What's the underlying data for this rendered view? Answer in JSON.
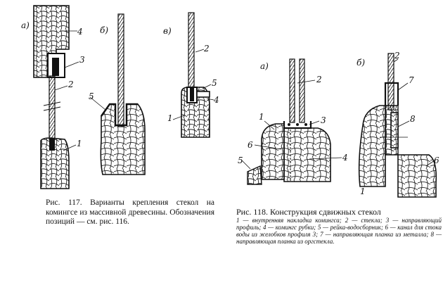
{
  "figure117": {
    "panels": [
      "а)",
      "б)",
      "в)"
    ],
    "panel_a_numbers": [
      "4",
      "3",
      "2",
      "1"
    ],
    "panel_b_numbers": [
      "5"
    ],
    "panel_c_numbers": [
      "2",
      "5",
      "4",
      "1"
    ],
    "caption": "Рис. 117. Варианты крепления стекол на комингсе из массивной древесины. Обозначения позиций — см. рис. 116."
  },
  "figure118": {
    "panels": [
      "а)",
      "б)"
    ],
    "panel_a_numbers": [
      "2",
      "3",
      "1",
      "6",
      "4",
      "5"
    ],
    "panel_b_numbers": [
      "2",
      "7",
      "8",
      "1",
      "6"
    ],
    "caption_title": "Рис. 118. Конструкция сдвижных стекол",
    "caption_body": "1 — внутренняя накладка комингса; 2 — стекла; 3 — направляющий профиль; 4 — комингс рубки; 5 — рейка-водосборник; 6 — канал для стока воды из желобков профиля 3; 7 — направляющая планка из металла; 8 — направляющая планка из оргстекла."
  }
}
